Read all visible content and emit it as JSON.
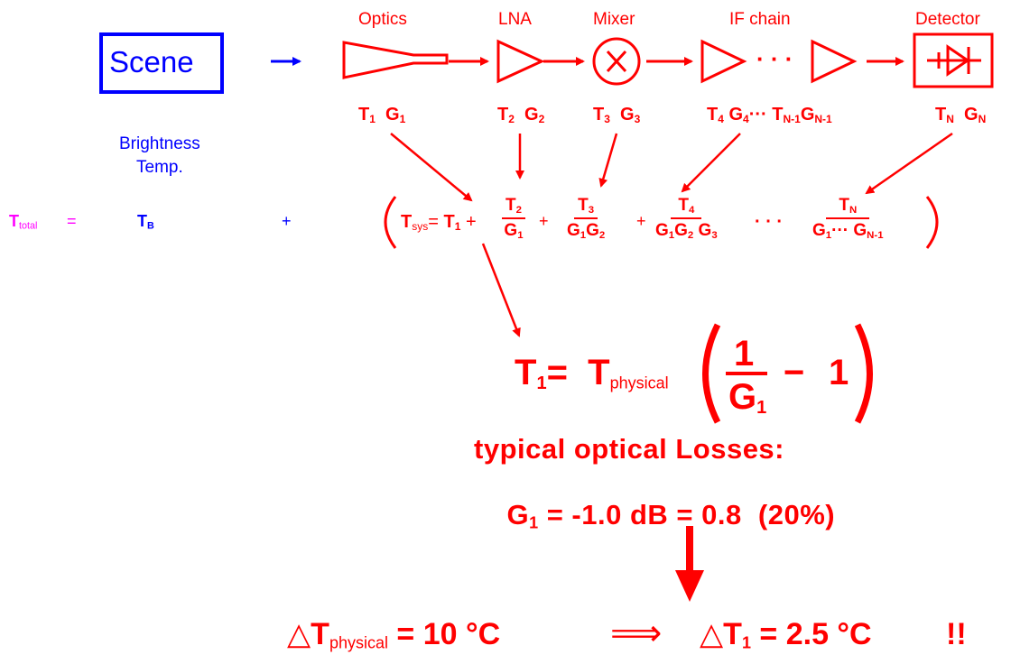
{
  "scene": {
    "label": "Scene",
    "caption_line1": "Brightness",
    "caption_line2": "Temp."
  },
  "stages": {
    "optics": "Optics",
    "lna": "LNA",
    "mixer": "Mixer",
    "if_chain": "IF chain",
    "detector": "Detector"
  },
  "params": {
    "p1": {
      "T": "T",
      "Tsub": "1",
      "G": "G",
      "Gsub": "1"
    },
    "p2": {
      "T": "T",
      "Tsub": "2",
      "G": "G",
      "Gsub": "2"
    },
    "p3": {
      "T": "T",
      "Tsub": "3",
      "G": "G",
      "Gsub": "3"
    },
    "p4": {
      "T": "T",
      "Tsub": "4",
      "G": "G",
      "Gsub": "4",
      "dots": "···",
      "T2": "T",
      "T2sub": "N-1",
      "G2": "G",
      "G2sub": "N-1"
    },
    "pN": {
      "T": "T",
      "Tsub": "N",
      "G": "G",
      "Gsub": "N"
    }
  },
  "total": {
    "T": "T",
    "Tsub": "total",
    "eq": "=",
    "TB": "T",
    "TBsub": "B",
    "plus": "+"
  },
  "tsys": {
    "lhs": "T",
    "lhs_sub": "sys",
    "eq": "=",
    "t1": "T",
    "t1_sub": "1",
    "plus": "+",
    "f2_num": "T",
    "f2_num_sub": "2",
    "f2_den": "G",
    "f2_den_sub": "1",
    "f3_num": "T",
    "f3_num_sub": "3",
    "f3_den": "G",
    "f3_den_sub1": "1",
    "f3_den2": "G",
    "f3_den_sub2": "2",
    "f4_num": "T",
    "f4_num_sub": "4",
    "f4_den": "G",
    "f4_den_sub1": "1",
    "f4_den2": "G",
    "f4_den_sub2": "2",
    "f4_den3": "G",
    "f4_den_sub3": "3",
    "dots": "· · ·",
    "fN_num": "T",
    "fN_num_sub": "N",
    "fN_den": "G",
    "fN_den_sub1": "1",
    "fN_den_dots": "···",
    "fN_den2": "G",
    "fN_den_sub2": "N-1"
  },
  "t1eq": {
    "T": "T",
    "Tsub": "1",
    "eq": "=",
    "Tp": "T",
    "Tp_sub": "physical",
    "num": "1",
    "den": "G",
    "den_sub": "1",
    "minus": "−",
    "one": "1"
  },
  "losses": {
    "line1": "typical optical Losses:",
    "G": "G",
    "Gsub": "1",
    "line2_rest": " = -1.0 dB = 0.8  (20%)"
  },
  "bottom": {
    "delta": "△",
    "T": "T",
    "Tsub": "physical",
    "value": "= 10 °C",
    "implies": "⟹",
    "delta2": "△",
    "T2": "T",
    "T2sub": "1",
    "value2": "= 2.5 °C",
    "bang": "!!"
  },
  "colors": {
    "primary": "#ff0000",
    "scene": "#0000ff",
    "total": "#ff00ff",
    "background": "#ffffff"
  }
}
